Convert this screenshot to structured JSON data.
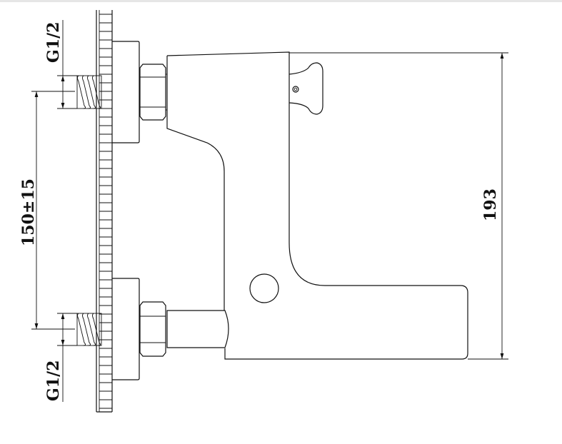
{
  "dimensions": {
    "thread_top": "G1/2",
    "thread_bottom": "G1/2",
    "spacing": "150±15",
    "height": "193"
  },
  "colors": {
    "line": "#111111",
    "background": "#ffffff"
  }
}
